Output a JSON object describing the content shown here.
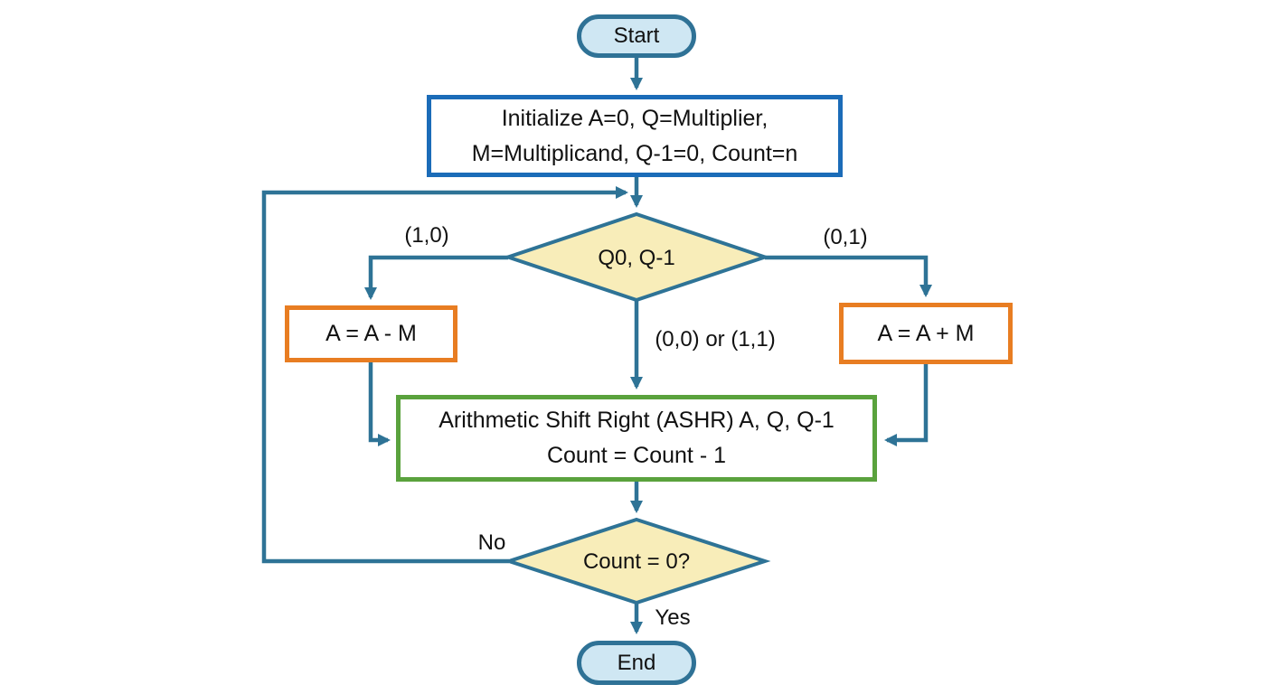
{
  "nodes": {
    "start": {
      "label": "Start"
    },
    "init": {
      "line1": "Initialize A=0, Q=Multiplier,",
      "line2": "M=Multiplicand, Q-1=0, Count=n"
    },
    "decision_bits": {
      "label": "Q0, Q-1"
    },
    "subtract": {
      "label": "A = A - M"
    },
    "add": {
      "label": "A = A + M"
    },
    "shift": {
      "line1": "Arithmetic Shift Right (ASHR) A, Q, Q-1",
      "line2": "Count = Count - 1"
    },
    "decision_count": {
      "label": "Count = 0?"
    },
    "end": {
      "label": "End"
    }
  },
  "edge_labels": {
    "case_10": "(1,0)",
    "case_01": "(0,1)",
    "case_00_or_11": "(0,0) or (1,1)",
    "no": "No",
    "yes": "Yes"
  },
  "colors": {
    "background": "#ffffff",
    "connector": "#2e7396",
    "terminal_fill": "#cfe7f3",
    "terminal_border": "#2f7296",
    "process_border": "#1b6cb8",
    "alu_border": "#e87d22",
    "shift_border": "#5aa23d",
    "decision_fill": "#f8edb9",
    "decision_border": "#2e7396",
    "text": "#111111"
  }
}
